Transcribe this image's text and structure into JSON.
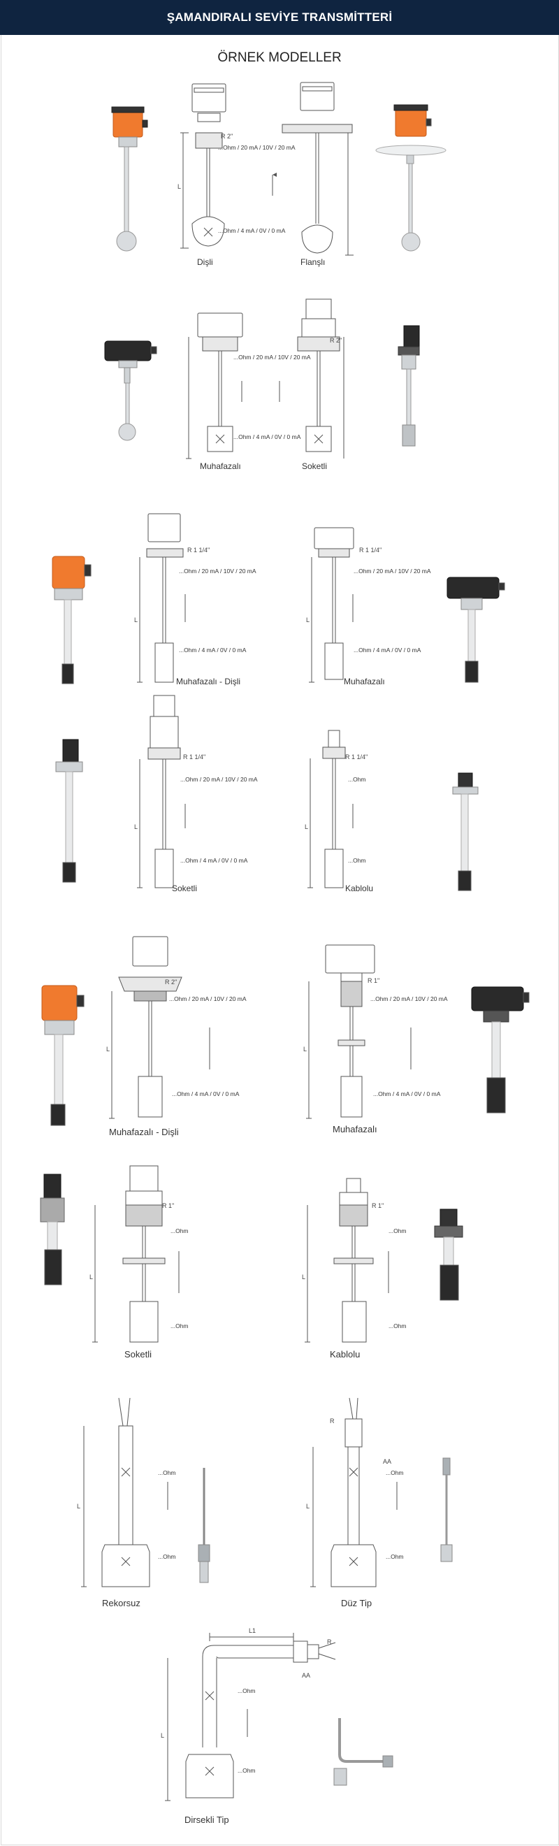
{
  "header": {
    "title": "ŞAMANDIRALI SEVİYE TRANSMİTTERİ"
  },
  "section": {
    "title": "ÖRNEK MODELLER"
  },
  "signals": {
    "top_analog": "...Ohm / 20 mA / 10V / 20 mA",
    "bottom_analog": "...Ohm / 4 mA / 0V / 0 mA",
    "ohm": "...Ohm"
  },
  "threads": {
    "r2": "R 2\"",
    "r1_14": "R 1 1/4\"",
    "r1": "R 1\"",
    "r": "R",
    "aa": "AA",
    "l": "L",
    "l1": "L1"
  },
  "models": {
    "disli": "Dişli",
    "flansli": "Flanşlı",
    "muhafazali": "Muhafazalı",
    "soketli": "Soketli",
    "muhafazali_disli": "Muhafazalı - Dişli",
    "kablolu": "Kablolu",
    "rekorsuz": "Rekorsuz",
    "duz_tip": "Düz Tip",
    "dirsekli_tip": "Dirsekli Tip"
  },
  "colors": {
    "header_bg": "#0f2440",
    "housing_orange": "#f07a2e",
    "housing_black": "#2a2a2a",
    "stainless": "#cfd3d6",
    "line": "#555555"
  }
}
